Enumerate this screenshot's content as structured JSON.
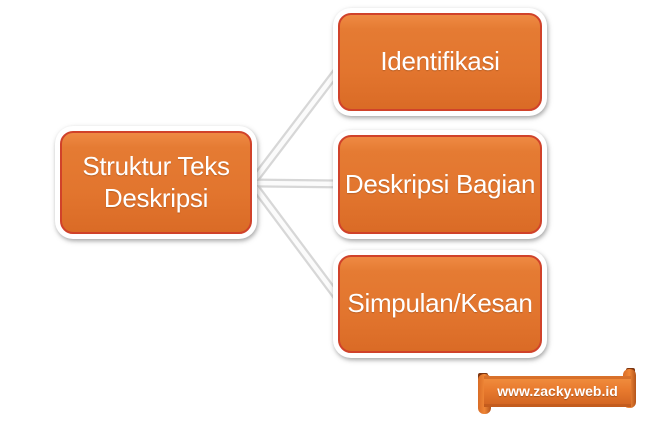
{
  "diagram": {
    "root": {
      "label": "Struktur Teks Deskripsi"
    },
    "children": [
      {
        "label": "Identifikasi"
      },
      {
        "label": "Deskripsi Bagian"
      },
      {
        "label": "Simpulan/Kesan"
      }
    ]
  },
  "watermark": {
    "text": "www.zacky.web.id"
  },
  "colors": {
    "box_fill": "#e2752e",
    "box_fill_light": "#ef8a43",
    "box_border": "#d0422a",
    "box_ring": "#ffffff",
    "connector_edge": "#d7d7d7",
    "connector_core": "#fbfbfb",
    "ribbon_fill": "#e87a2e",
    "ribbon_roll_dark": "#7d3510",
    "text": "#ffffff"
  }
}
